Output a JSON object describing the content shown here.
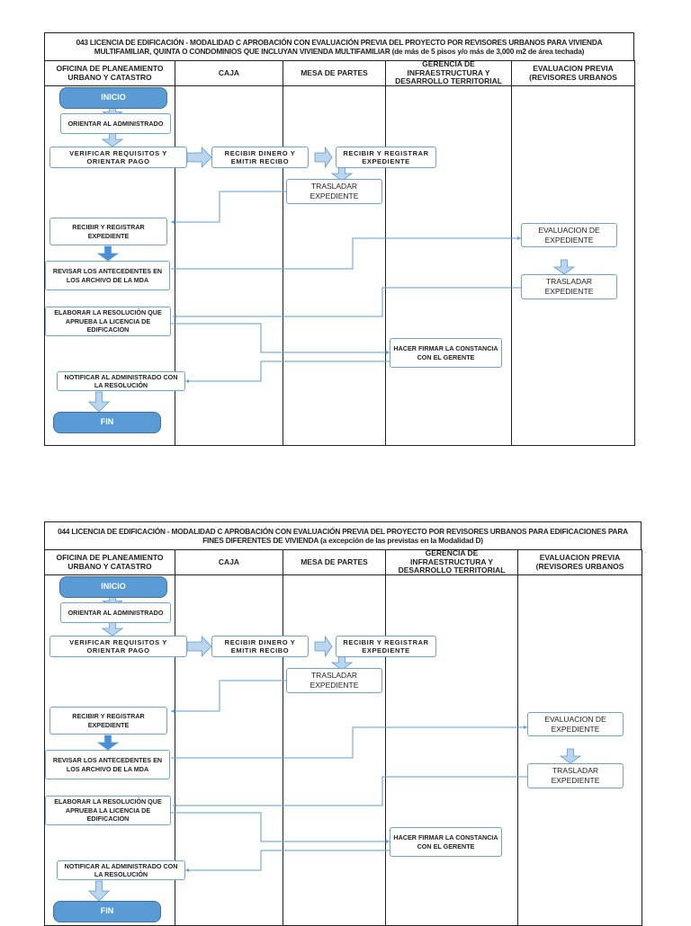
{
  "diagrams": [
    {
      "title": "043 LICENCIA DE EDIFICACIÓN - MODALIDAD C APROBACIÓN CON EVALUACIÓN PREVIA DEL PROYECTO POR REVISORES URBANOS PARA VIVIENDA MULTIFAMILIAR, QUINTA O CONDOMINIOS QUE INCLUYAN VIVIENDA MULTIFAMILIAR (de más de 5 pisos y/o más de 3,000 m2 de área techada)",
      "columns": [
        "OFICINA DE PLANEAMIENTO URBANO Y CATASTRO",
        "CAJA",
        "MESA DE PARTES",
        "GERENCIA DE INFRAESTRUCTURA Y DESARROLLO TERRITORIAL",
        "EVALUACION PREVIA (REVISORES URBANOS"
      ],
      "steps": [
        "INICIO",
        "ORIENTAR AL ADMINISTRADO",
        "VERIFICAR REQUISITOS Y ORIENTAR PAGO",
        "RECIBIR DINERO Y EMITIR RECIBO",
        "RECIBIR Y REGISTRAR EXPEDIENTE",
        "TRASLADAR EXPEDIENTE",
        "RECIBIR Y REGISTRAR EXPEDIENTE",
        "EVALUACION DE EXPEDIENTE",
        "REVISAR LOS ANTECEDENTES EN LOS ARCHIVO DE LA MDA",
        "TRASLADAR EXPEDIENTE",
        "ELABORAR LA RESOLUCIÓN QUE APRUEBA LA LICENCIA DE EDIFICACION",
        "HACER FIRMAR LA CONSTANCIA CON EL GERENTE",
        "NOTIFICAR AL ADMINISTRADO CON LA RESOLUCIÓN",
        "FIN"
      ]
    },
    {
      "title": "044 LICENCIA DE EDIFICACIÓN - MODALIDAD C APROBACIÓN CON EVALUACIÓN PREVIA DEL PROYECTO POR REVISORES URBANOS PARA EDIFICACIONES PARA FINES DIFERENTES DE VIVIENDA (a excepción de las previstas en la Modalidad D)",
      "columns": [
        "OFICINA DE PLANEAMIENTO URBANO Y CATASTRO",
        "CAJA",
        "MESA DE PARTES",
        "GERENCIA DE INFRAESTRUCTURA Y DESARROLLO TERRITORIAL",
        "EVALUACION PREVIA (REVISORES URBANOS"
      ],
      "steps": [
        "INICIO",
        "ORIENTAR AL ADMINISTRADO",
        "VERIFICAR REQUISITOS Y ORIENTAR PAGO",
        "RECIBIR DINERO Y EMITIR RECIBO",
        "RECIBIR Y REGISTRAR EXPEDIENTE",
        "TRASLADAR EXPEDIENTE",
        "RECIBIR Y REGISTRAR EXPEDIENTE",
        "EVALUACION DE EXPEDIENTE",
        "REVISAR LOS ANTECEDENTES EN LOS ARCHIVO DE LA MDA",
        "TRASLADAR EXPEDIENTE",
        "ELABORAR LA RESOLUCIÓN QUE APRUEBA LA LICENCIA DE EDIFICACION",
        "HACER FIRMAR LA CONSTANCIA CON EL GERENTE",
        "NOTIFICAR AL ADMINISTRADO CON LA RESOLUCIÓN",
        "FIN"
      ]
    }
  ],
  "colors": {
    "accent": "#5b9bd5",
    "border": "#6fa0d6"
  }
}
